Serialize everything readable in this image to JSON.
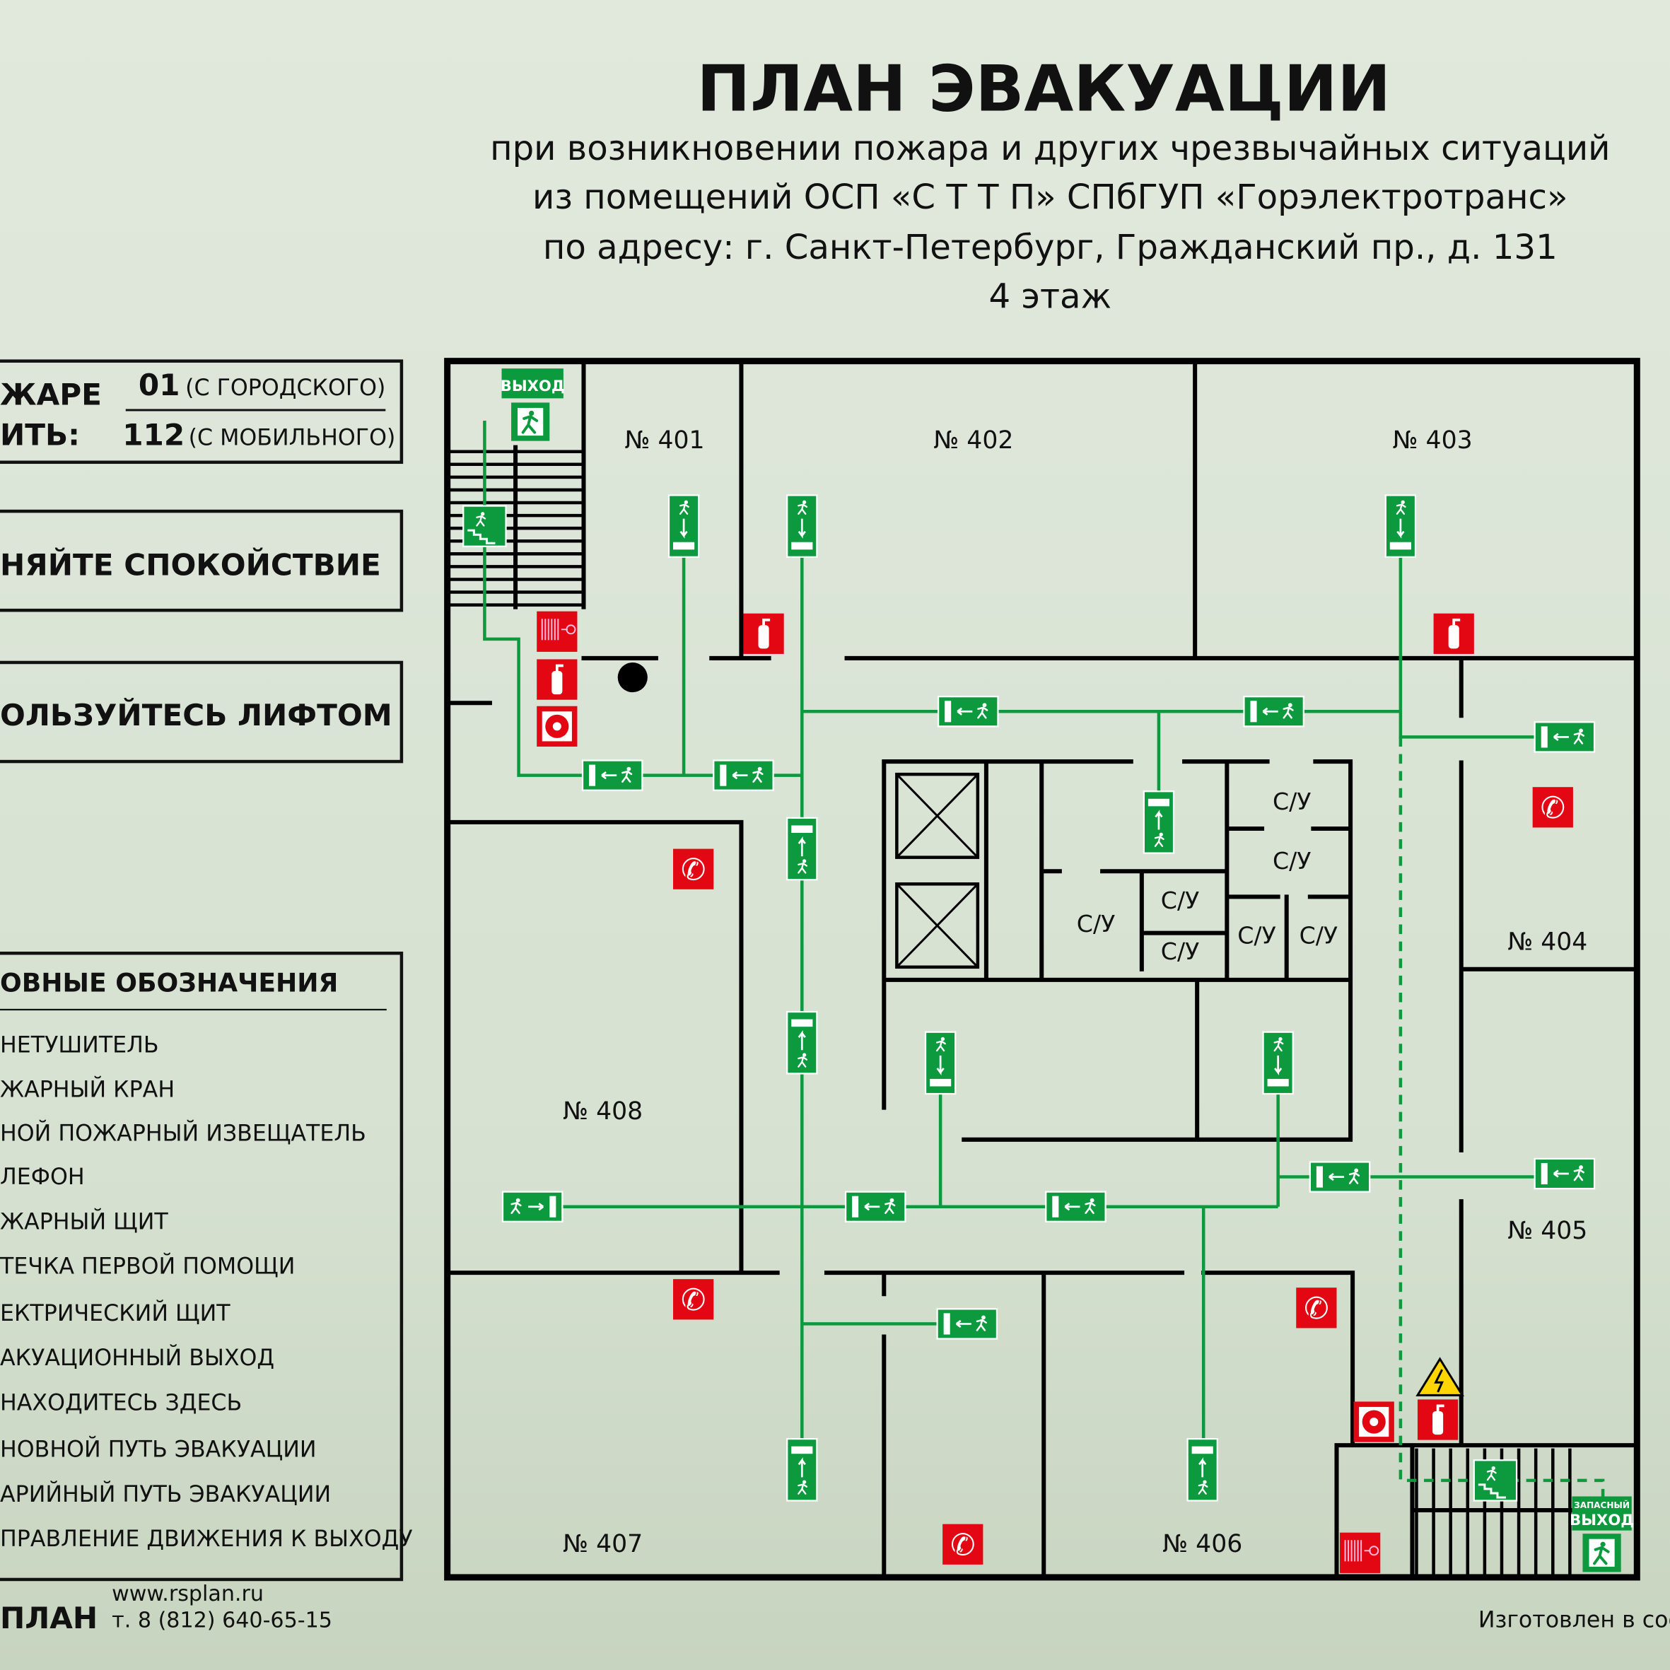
{
  "header": {
    "title": "ПЛАН ЭВАКУАЦИИ",
    "subtitle_lines": [
      "при возникновении пожара и других чрезвычайных ситуаций",
      "из помещений ОСП «С Т Т П» СПбГУП «Горэлектротранс»",
      "по адресу: г. Санкт-Петербург, Гражданский пр., д. 131",
      "4 этаж"
    ]
  },
  "emergency_box": {
    "line1": "ЖАРЕ",
    "line2": "ИТЬ:",
    "number1": "01",
    "number1_note": "(С ГОРОДСКОГО)",
    "number2": "112",
    "number2_note": "(С МОБИЛЬНОГО)"
  },
  "notices": [
    "НЯЙТЕ  СПОКОЙСТВИЕ",
    "ОЛЬЗУЙТЕСЬ ЛИФТОМ"
  ],
  "legend": {
    "title": "ОВНЫЕ ОБОЗНАЧЕНИЯ",
    "items": [
      "НЕТУШИТЕЛЬ",
      "ЖАРНЫЙ КРАН",
      "НОЙ ПОЖАРНЫЙ ИЗВЕЩАТЕЛЬ",
      "ЛЕФОН",
      "ЖАРНЫЙ ЩИТ",
      "ТЕЧКА ПЕРВОЙ ПОМОЩИ",
      "ЕКТРИЧЕСКИЙ ЩИТ",
      "АКУАЦИОННЫЙ ВЫХОД",
      " НАХОДИТЕСЬ ЗДЕСЬ",
      "НОВНОЙ ПУТЬ ЭВАКУАЦИИ",
      "АРИЙНЫЙ ПУТЬ ЭВАКУАЦИИ",
      "ПРАВЛЕНИЕ ДВИЖЕНИЯ К ВЫХОДУ"
    ]
  },
  "footer": {
    "brand": "ПЛАН",
    "website": "www.rsplan.ru",
    "phone": "т. 8 (812) 640-65-15",
    "note": "Изготовлен в соот"
  },
  "plan": {
    "rooms": [
      "№ 401",
      "№ 402",
      "№ 403",
      "№ 404",
      "№ 405",
      "№ 406",
      "№ 407",
      "№ 408"
    ],
    "wc_label": "С/У",
    "exit_sign": "ВЫХОД",
    "spare_exit_top": "ЗАПАСНЫЙ",
    "spare_exit_bottom": "ВЫХОД"
  },
  "colors": {
    "green": "#0d9a3e",
    "red": "#e30613",
    "yellow": "#ffd500"
  }
}
